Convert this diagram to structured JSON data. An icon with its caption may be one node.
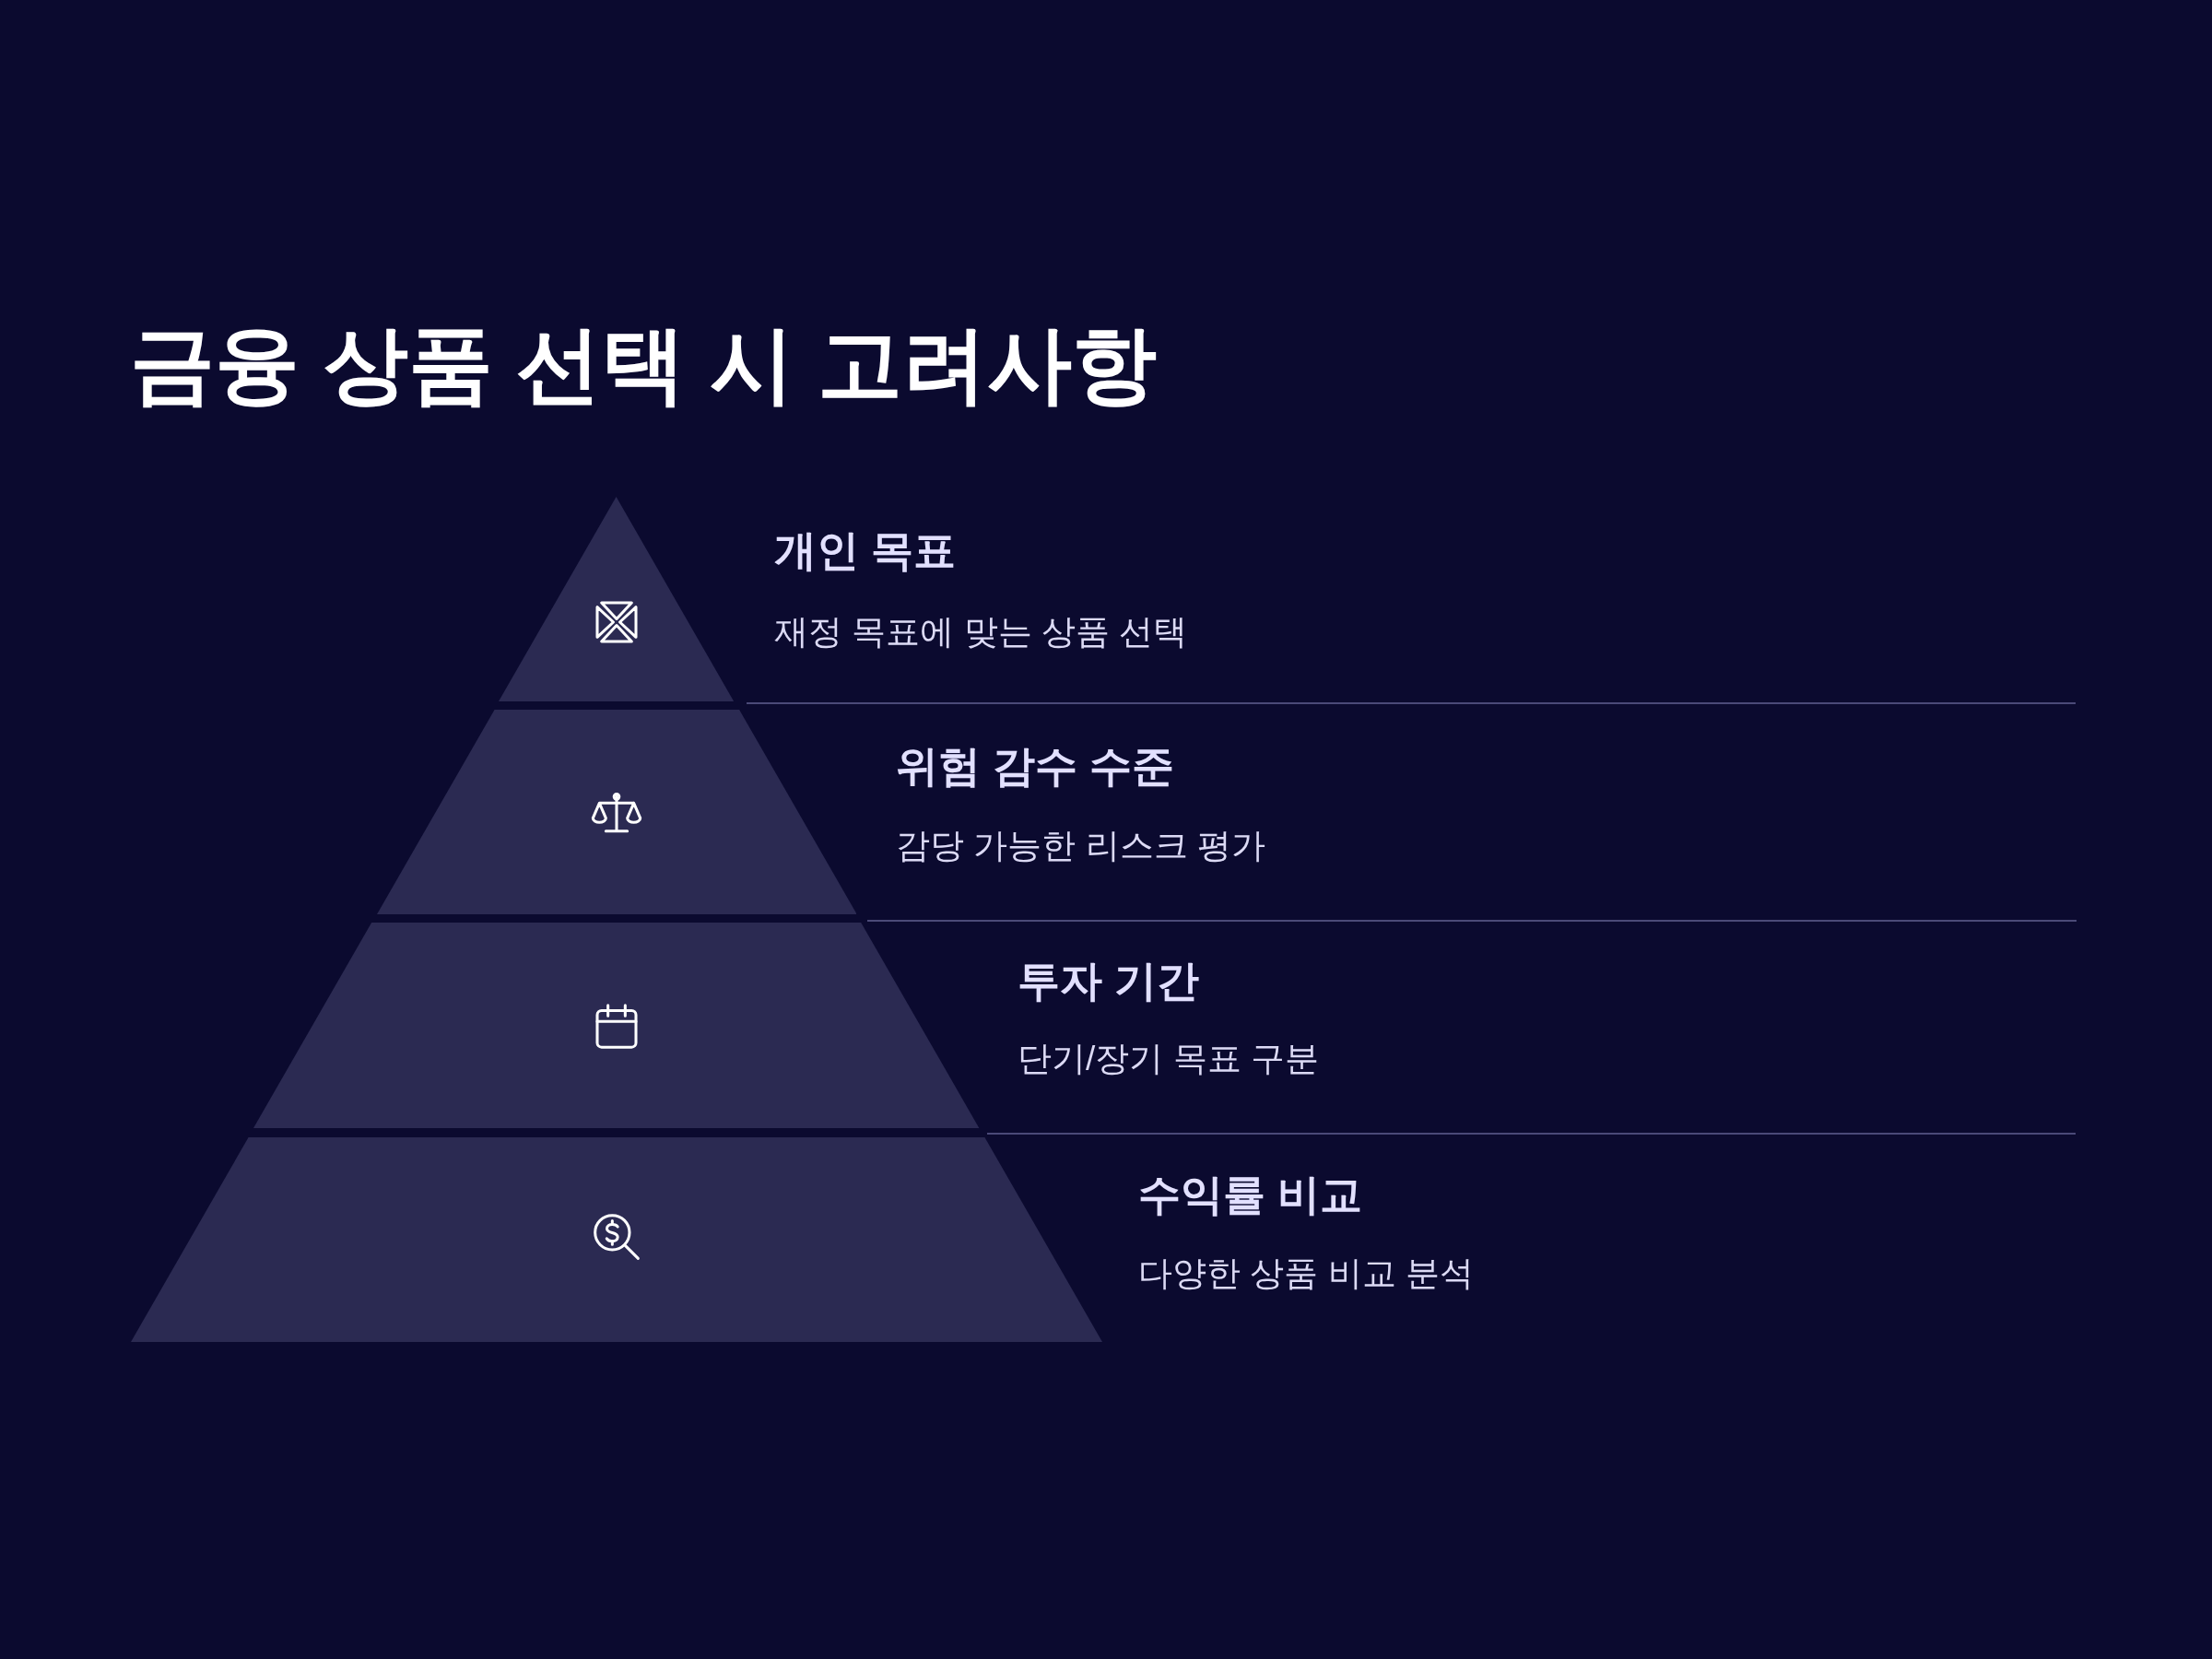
{
  "diagram": {
    "title": "금융 상품 선택 시 고려사항",
    "nodes": [
      {
        "text": [],
        "shape": "triangle",
        "beside": [
          "개인 목표",
          "재정 목표에 맞는 상품 선택"
        ]
      },
      {
        "text": [],
        "shape": "trapezoid",
        "beside": [
          "위험 감수 수준",
          "감당 가능한 리스크 평가"
        ]
      },
      {
        "text": [],
        "shape": "trapezoid",
        "beside": [
          "투자 기간",
          "단기/장기 목표 구분"
        ]
      },
      {
        "text": [],
        "shape": "trapezoid",
        "beside": [
          "수익률 비교",
          "다양한 상품 비교 분석"
        ]
      }
    ]
  }
}
